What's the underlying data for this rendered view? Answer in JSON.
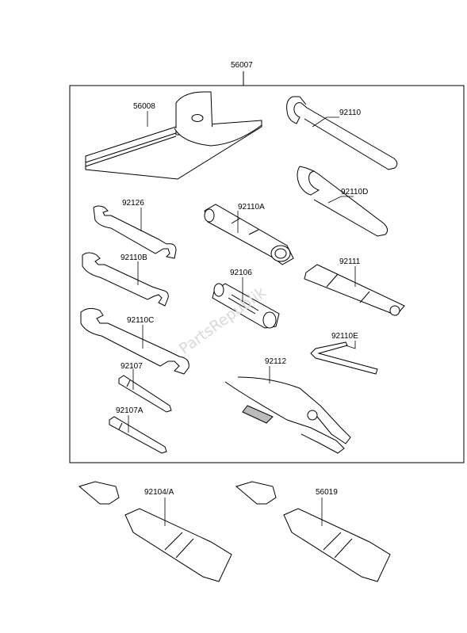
{
  "diagram": {
    "watermark": "PartsRepublik",
    "kit_label": "56007",
    "parts": [
      {
        "id": "56008"
      },
      {
        "id": "92110"
      },
      {
        "id": "92110D"
      },
      {
        "id": "92126"
      },
      {
        "id": "92110A"
      },
      {
        "id": "92110B"
      },
      {
        "id": "92106"
      },
      {
        "id": "92111"
      },
      {
        "id": "92110C"
      },
      {
        "id": "92110E"
      },
      {
        "id": "92107"
      },
      {
        "id": "92112"
      },
      {
        "id": "92107A"
      },
      {
        "id": "92104/A"
      },
      {
        "id": "56019"
      }
    ]
  }
}
